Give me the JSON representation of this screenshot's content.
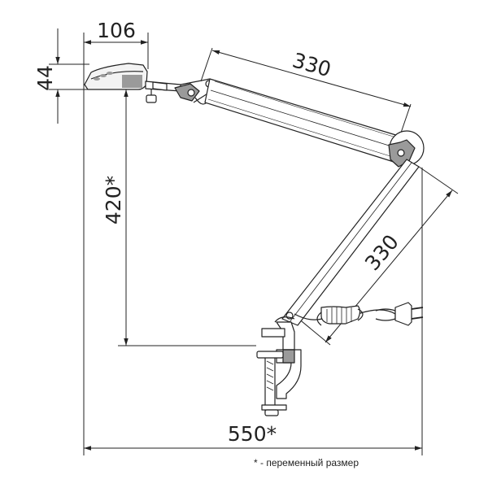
{
  "dimensions": {
    "head_width": "106",
    "head_height": "44",
    "upper_arm": "330",
    "lower_arm": "330",
    "height": "420*",
    "total_reach": "550*"
  },
  "footnote": "* - переменный размер",
  "colors": {
    "line": "#222222",
    "fill": "#ffffff",
    "shade": "#9a9a9a"
  }
}
